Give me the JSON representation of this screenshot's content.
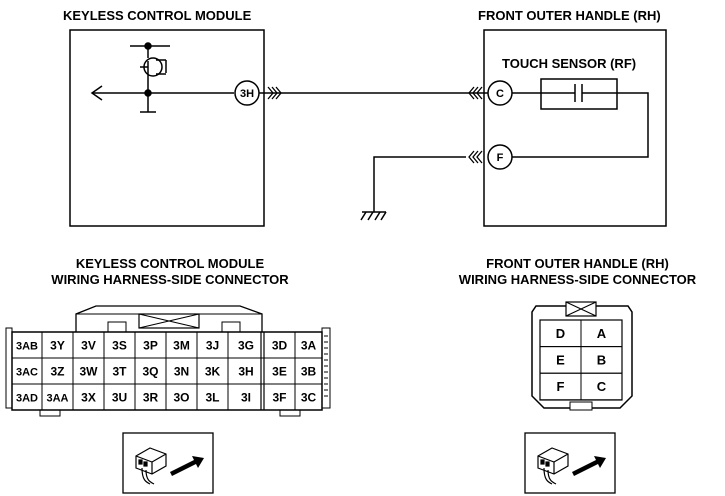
{
  "schematic": {
    "module_title": "KEYLESS CONTROL MODULE",
    "handle_title": "FRONT OUTER HANDLE (RH)",
    "sensor_label": "TOUCH SENSOR (RF)",
    "module_terminal": "3H",
    "handle_terminal_c": "C",
    "handle_terminal_f": "F"
  },
  "module_connector": {
    "title_line1": "KEYLESS CONTROL MODULE",
    "title_line2": "WIRING HARNESS-SIDE CONNECTOR",
    "rows": [
      [
        "3AB",
        "3Y",
        "3V",
        "3S",
        "3P",
        "3M",
        "3J",
        "3G",
        "3D",
        "3A"
      ],
      [
        "3AC",
        "3Z",
        "3W",
        "3T",
        "3Q",
        "3N",
        "3K",
        "3H",
        "3E",
        "3B"
      ],
      [
        "3AD",
        "3AA",
        "3X",
        "3U",
        "3R",
        "3O",
        "3L",
        "3I",
        "3F",
        "3C"
      ]
    ]
  },
  "handle_connector": {
    "title_line1": "FRONT OUTER HANDLE (RH)",
    "title_line2": "WIRING HARNESS-SIDE CONNECTOR",
    "rows": [
      [
        "D",
        "A"
      ],
      [
        "E",
        "B"
      ],
      [
        "F",
        "C"
      ]
    ]
  }
}
